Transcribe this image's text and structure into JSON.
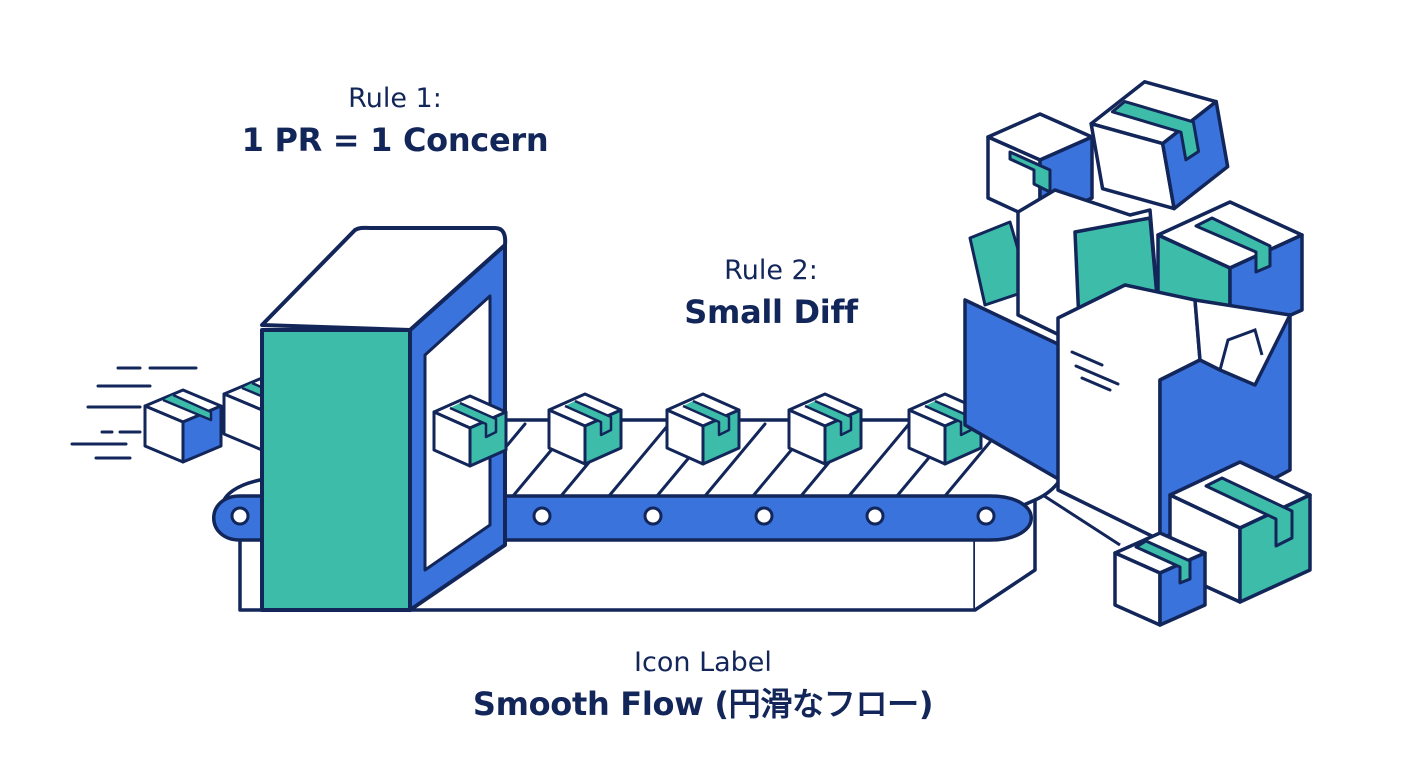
{
  "colors": {
    "navy": "#13265a",
    "teal": "#3dbcaa",
    "blue": "#3a73dc",
    "white": "#ffffff"
  },
  "labels": {
    "rule1": {
      "title": "Rule 1:",
      "text": "1 PR = 1 Concern"
    },
    "rule2": {
      "title": "Rule 2:",
      "text": "Small Diff"
    },
    "flow": {
      "title": "Icon Label",
      "text": "Smooth Flow (円滑なフロー)"
    }
  },
  "icons": {
    "gate": "scanner-gate-icon",
    "belt": "conveyor-belt-icon",
    "box": "package-box-icon",
    "pile": "package-pile-icon",
    "speed": "motion-lines-icon"
  }
}
